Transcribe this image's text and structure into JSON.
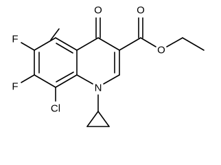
{
  "diagram": {
    "labels": {
      "ketone_o": "O",
      "ester_carbonyl_o": "O",
      "ester_o": "O",
      "f6": "F",
      "f7": "F",
      "cl8": "Cl",
      "n1": "N"
    }
  }
}
